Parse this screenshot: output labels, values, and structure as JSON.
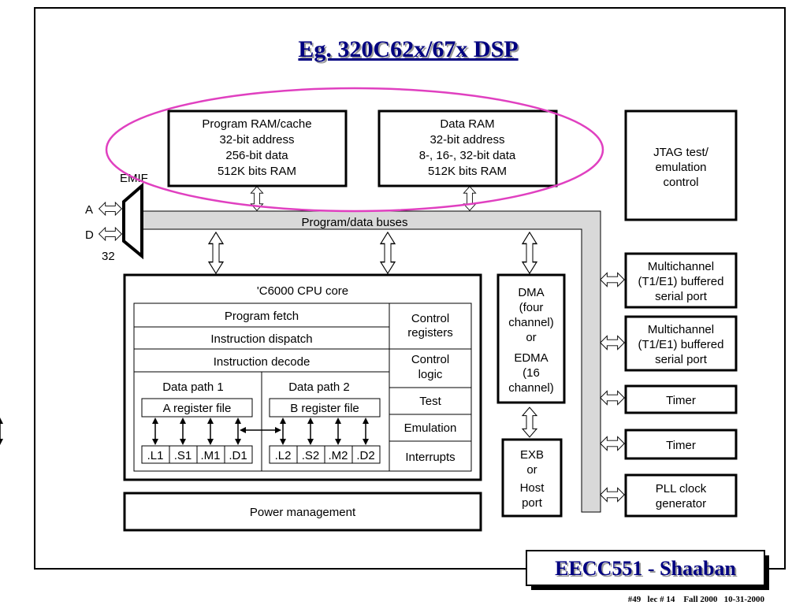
{
  "slide": {
    "title": "Eg. 320C62x/67x DSP",
    "footer_title": "EECC551 - Shaaban",
    "footer_meta": "#49   lec # 14    Fall 2000   10-31-2000"
  },
  "memory": {
    "program_ram": [
      "Program RAM/cache",
      "32-bit address",
      "256-bit data",
      "512K bits RAM"
    ],
    "data_ram": [
      "Data RAM",
      "32-bit address",
      "8-, 16-, 32-bit data",
      "512K bits RAM"
    ]
  },
  "jtag": [
    "JTAG test/",
    "emulation",
    "control"
  ],
  "emif": {
    "label": "EMIF",
    "a": "A",
    "d": "D",
    "width": "32"
  },
  "bus_label": "Program/data buses",
  "cpu": {
    "title": "'C6000 CPU core",
    "program_fetch": "Program fetch",
    "instruction_dispatch": "Instruction dispatch",
    "instruction_decode": "Instruction decode",
    "data_path_1": "Data path 1",
    "data_path_2": "Data path 2",
    "a_register_file": "A register file",
    "b_register_file": "B register file",
    "units_a": [
      ".L1",
      ".S1",
      ".M1",
      ".D1"
    ],
    "units_b": [
      ".L2",
      ".S2",
      ".M2",
      ".D2"
    ],
    "control_registers": [
      "Control",
      "registers"
    ],
    "control_logic": [
      "Control",
      "logic"
    ],
    "test": "Test",
    "emulation": "Emulation",
    "interrupts": "Interrupts"
  },
  "power_management": "Power management",
  "dma": [
    "DMA",
    "(four",
    "channel)",
    "or",
    "EDMA",
    "(16",
    "channel)"
  ],
  "exb": [
    "EXB",
    "or",
    "Host",
    "port"
  ],
  "peripherals": {
    "mcbsp1": [
      "Multichannel",
      "(T1/E1) buffered",
      "serial port"
    ],
    "mcbsp2": [
      "Multichannel",
      "(T1/E1) buffered",
      "serial port"
    ],
    "timer1": "Timer",
    "timer2": "Timer",
    "pll": [
      "PLL clock",
      "generator"
    ]
  },
  "colors": {
    "title": "#000080",
    "highlight_ellipse": "#e040c0",
    "bus_fill": "#d9d9d9"
  }
}
